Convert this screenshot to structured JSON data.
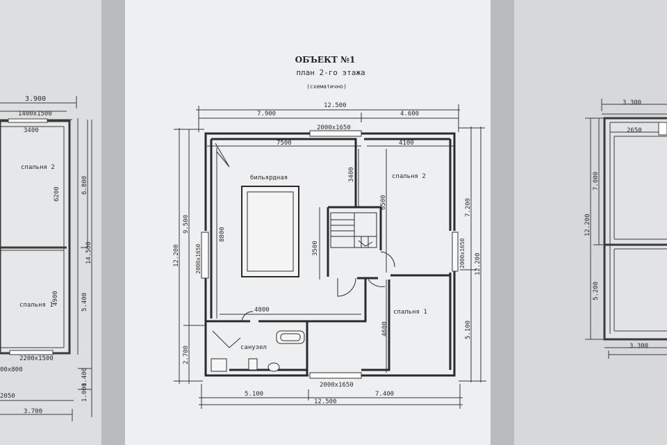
{
  "header": {
    "title": "ОБЪЕКТ №1",
    "subtitle": "план 2-го этажа",
    "note": "(схематично)"
  },
  "center": {
    "dims_top_overall": "12.500",
    "dims_top_left": "7.900",
    "dims_top_right": "4.600",
    "window_top": "2000x1650",
    "room_top_left_width": "7500",
    "room_top_right_width": "4100",
    "dims_left_overall": "12.200",
    "dims_left_upper": "9.500",
    "dims_left_lower": "2.700",
    "window_left": "2000x1650",
    "billiard_depth": "8800",
    "stair_depth": "3400",
    "bedroom2_depth": "6500",
    "stair_hall_depth": "3500",
    "bedroom1_depth": "4600",
    "wall_len_4800": "4800",
    "dims_right_overall": "12.200",
    "dims_right_upper": "7.200",
    "dims_right_lower": "5.100",
    "window_right": "2000x1650",
    "window_bottom": "2000x1650",
    "dims_bottom_left": "5.100",
    "dims_bottom_right": "7.400",
    "dims_bottom_overall": "12.500",
    "room_billiard": "бильярдная",
    "room_bedroom2": "спальня 2",
    "room_bedroom1": "спальня 1",
    "room_bathroom": "санузел"
  },
  "left": {
    "dim_top": "3.900",
    "window_top": "1400x1500",
    "room_width": "3400",
    "room_bedroom2": "спальня 2",
    "depth_upper": "6200",
    "dim_right_upper": "6.800",
    "dim_right_overall": "14.500",
    "room_bedroom1": "спальня 1",
    "depth_lower": "4900",
    "dim_right_lower": "5.400",
    "window_bottom": "2200x1500",
    "dim_bottom_a": "1.400",
    "door": "00x800",
    "dim_bottom_b": "1.000",
    "dim_2050": "2050",
    "dim_bottom": "3.700"
  },
  "right": {
    "dim_top": "3.300",
    "room_width": "2650",
    "dim_left_upper": "7.000",
    "dim_left_overall": "12.200",
    "dim_left_lower": "5.200",
    "dim_bottom": "3.300"
  }
}
